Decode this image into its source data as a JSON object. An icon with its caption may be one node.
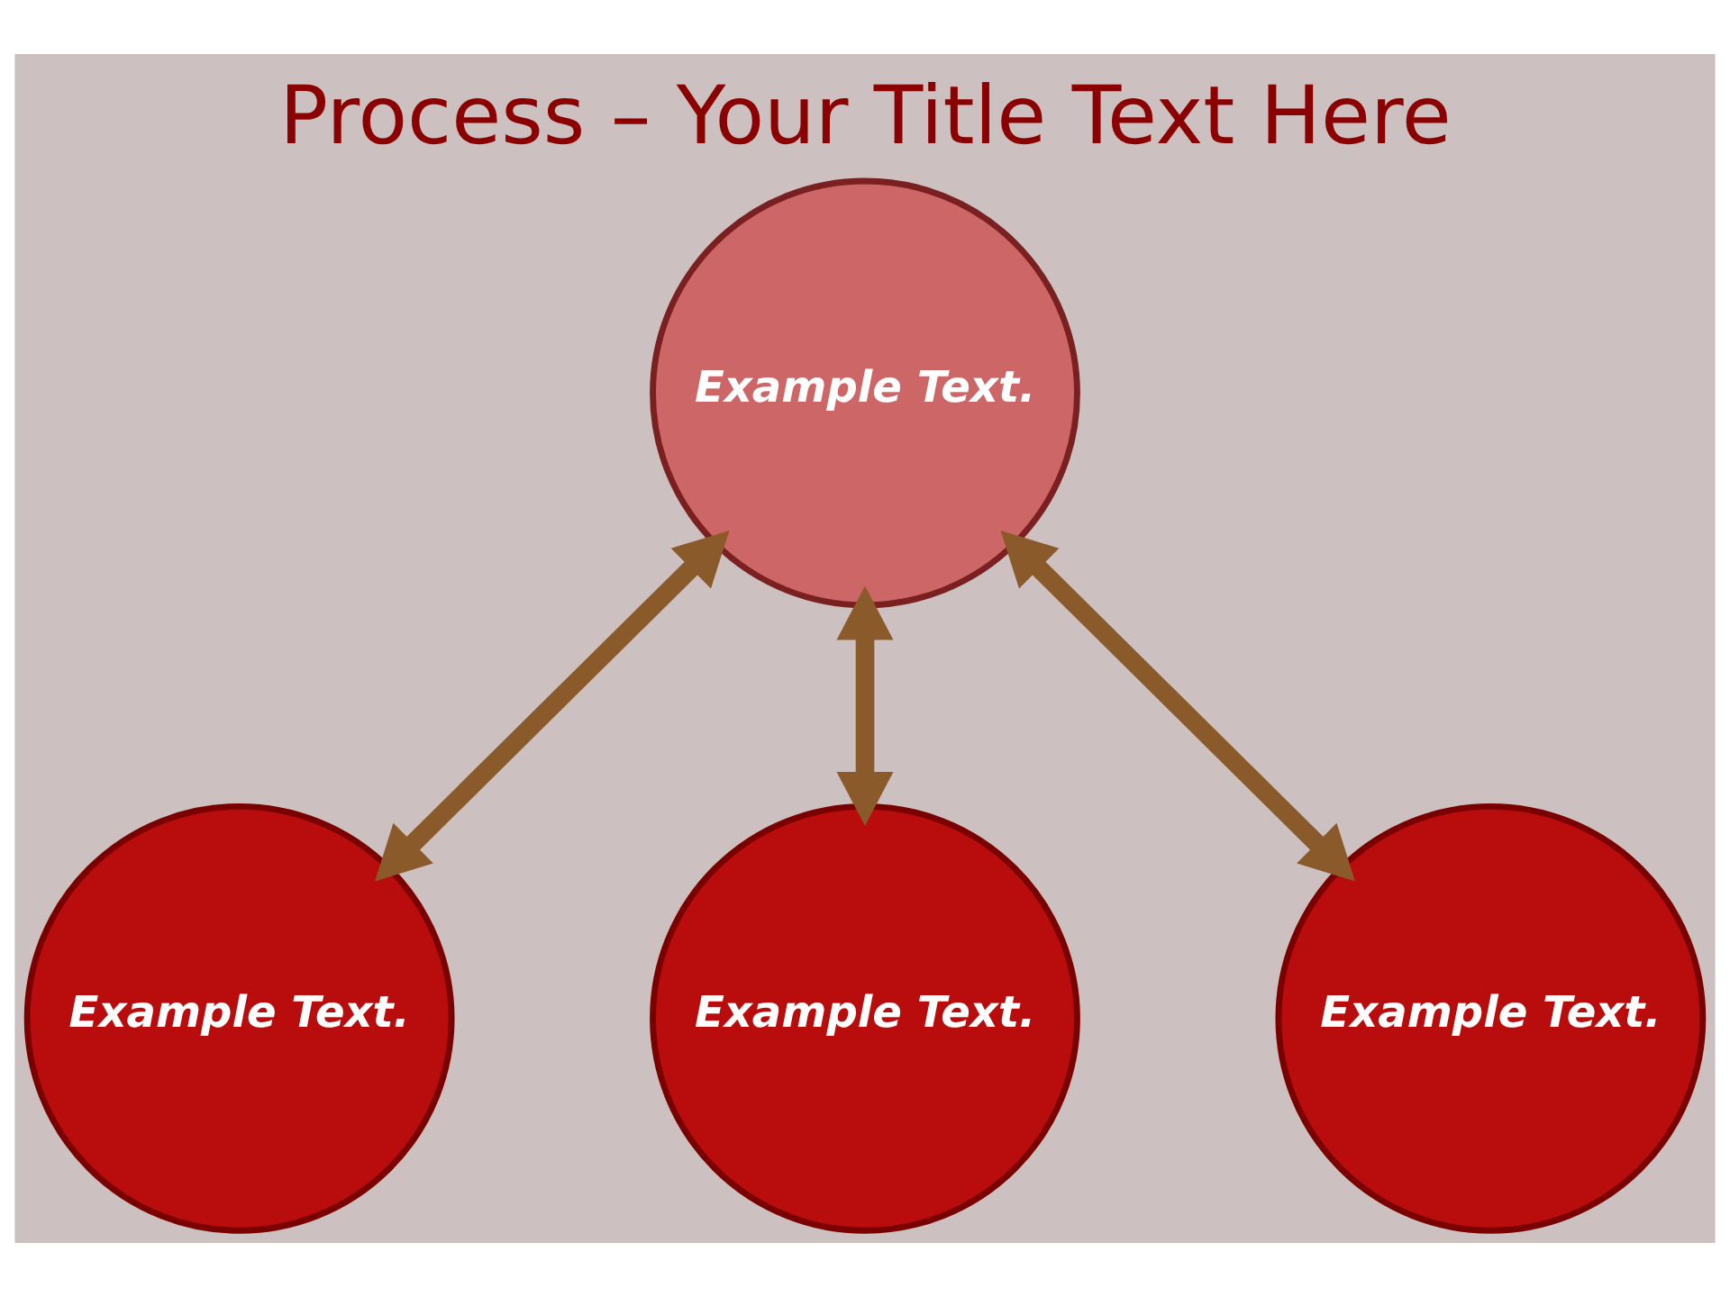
{
  "diagram": {
    "title": "Process – Your Title Text Here",
    "nodes": [
      {
        "text": [
          "Example Text."
        ]
      },
      {
        "text": [
          "Example Text."
        ]
      },
      {
        "text": [
          "Example Text."
        ]
      },
      {
        "text": [
          "Example Text."
        ]
      }
    ],
    "edges": [
      {
        "from": 0,
        "to": 1,
        "arrow": "both"
      },
      {
        "from": 0,
        "to": 3,
        "arrow": "both"
      },
      {
        "from": 0,
        "to": 2,
        "arrow": "both"
      }
    ]
  }
}
